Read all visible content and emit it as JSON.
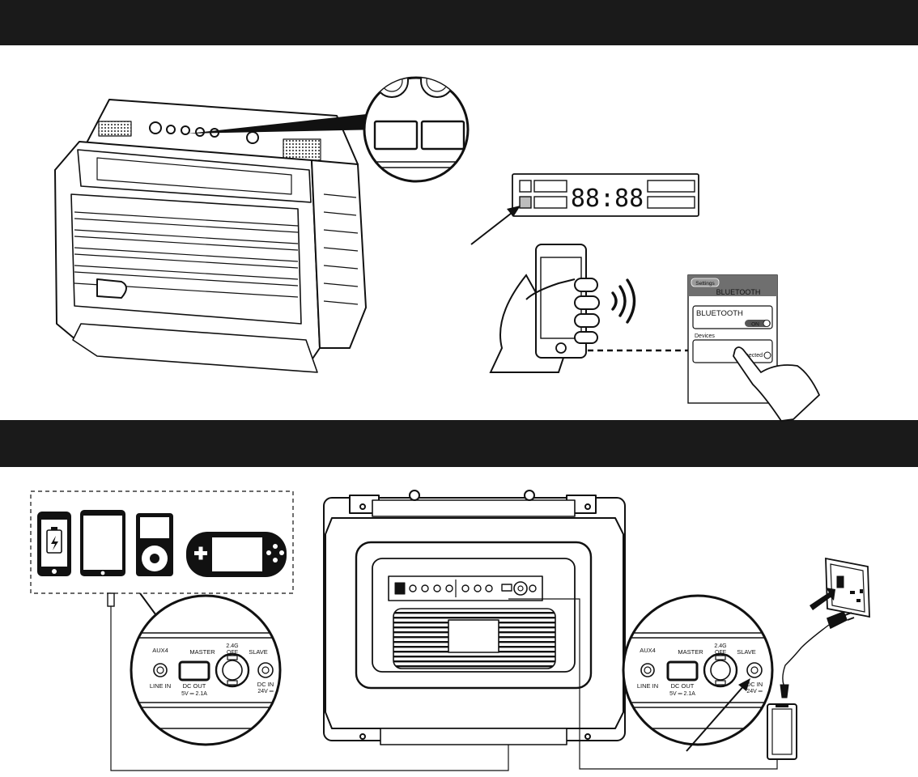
{
  "sections": {
    "bluetooth_pairing": {
      "title": ""
    },
    "usb_charging": {
      "title": ""
    }
  },
  "display": {
    "digits": "88:88"
  },
  "phone_screen": {
    "back_button": "Settings",
    "header": "BLUETOOTH",
    "toggle_label": "BLUETOOTH",
    "toggle_state": "ON",
    "devices_label": "Devices",
    "connected_text": "nected"
  },
  "panel": {
    "aux": "AUX4",
    "line_in": "LINE IN",
    "dc_out": "DC OUT",
    "dc_out_rating": "5V ═ 2.1A",
    "master": "MASTER",
    "freq": "2.4G",
    "off": "OFF",
    "slave": "SLAVE",
    "dc_in": "DC IN",
    "dc_in_rating": "24V ═"
  },
  "colors": {
    "bars": "#1a1a1a",
    "line": "#111111",
    "fill_gray": "#bdbdbd"
  }
}
